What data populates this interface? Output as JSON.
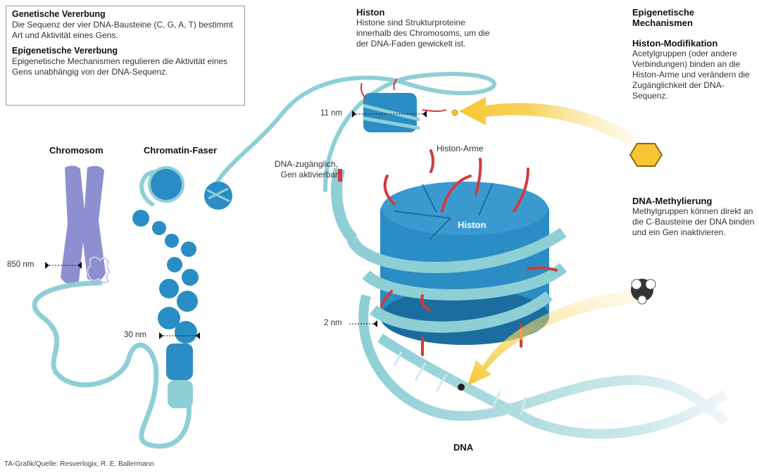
{
  "legend": {
    "genetic_title": "Genetische Vererbung",
    "genetic_text": "Die Sequenz der vier DNA-Bausteine (C, G, A, T) bestimmt Art und Aktivität eines Gens.",
    "epigenetic_title": "Epigenetische Vererbung",
    "epigenetic_text": "Epigenetische Mechanismen regulieren die Aktivität eines Gens unabhängig von der DNA-Sequenz."
  },
  "labels": {
    "chromosome": "Chromosom",
    "chromatin": "Chromatin-Faser",
    "histone_arms": "Histon-Arme",
    "histone": "Histon",
    "dna": "DNA",
    "dna_accessible_line1": "DNA-zugänglich,",
    "dna_accessible_line2": "Gen aktivierbar"
  },
  "scales": {
    "s850": "850 nm",
    "s30": "30 nm",
    "s11": "11 nm",
    "s2": "2 nm"
  },
  "histone_box": {
    "title": "Histon",
    "text": "Histone sind Strukturproteine innerhalb des Chromosoms, um die der DNA-Faden gewickelt ist."
  },
  "mechanisms": {
    "title": "Epigenetische Mechanismen",
    "modification_title": "Histon-Modifikation",
    "modification_text": "Acetylgruppen (oder andere Verbindungen) binden an die Histon-Arme und verändern die Zugänglichkeit der DNA-Sequenz.",
    "methylation_title": "DNA-Methylierung",
    "methylation_text": "Methylgruppen können direkt an die C-Bausteine der DNA binden und ein Gen inaktivieren."
  },
  "source": "TA-Grafik/Quelle: Resverlogix, R. E. Ballermann",
  "colors": {
    "fiber": "#8ecfd6",
    "histone_blue": "#2a8dc4",
    "histone_dark": "#1a6d9e",
    "chromosome": "#8d8fd0",
    "arrow_yellow": "#f6c634",
    "arm_red": "#d23a3a"
  }
}
